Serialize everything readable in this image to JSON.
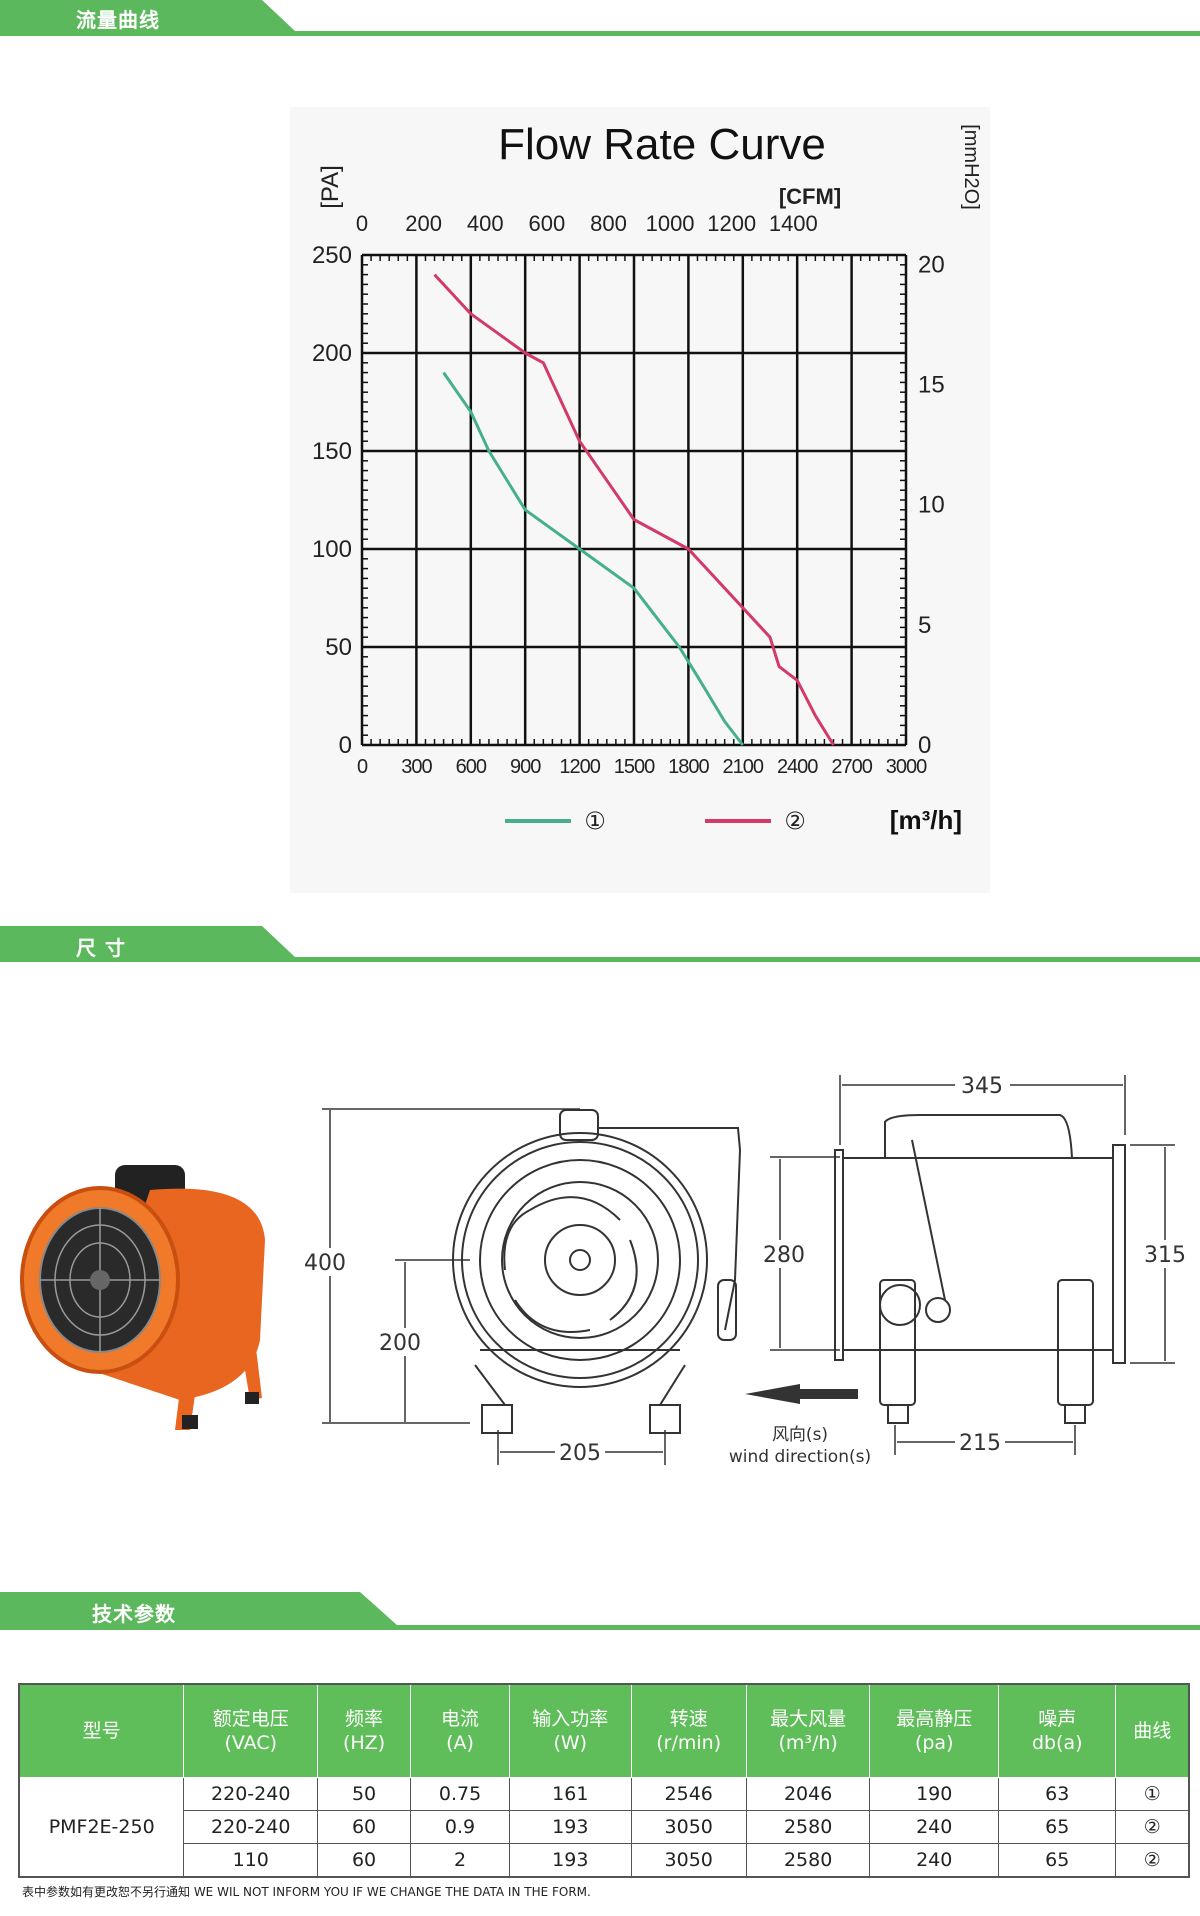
{
  "sections": {
    "flow": "流量曲线",
    "size": "尺 寸",
    "spec": "技术参数"
  },
  "colors": {
    "green": "#5cb85c",
    "curve1": "#45b08a",
    "curve2": "#c2305e"
  },
  "chart_data": {
    "type": "line",
    "title": "Flow Rate Curve",
    "ylabel": "[PA]",
    "ylabel_right": "[mmH2O]",
    "xlabel_top": "[CFM]",
    "xlabel": "[m³/h]",
    "xlim": [
      0,
      3000
    ],
    "ylim": [
      0,
      250
    ],
    "x_ticks": [
      "0",
      "300",
      "600",
      "900",
      "1200",
      "1500",
      "1800",
      "2100",
      "2400",
      "2700",
      "3000"
    ],
    "x_top_ticks": [
      "0",
      "200",
      "400",
      "600",
      "800",
      "1000",
      "1200",
      "1400"
    ],
    "y_ticks": [
      "0",
      "50",
      "100",
      "150",
      "200",
      "250"
    ],
    "y_right_ticks": [
      "0",
      "5",
      "10",
      "15",
      "20"
    ],
    "grid": true,
    "legend": "bottom",
    "series": [
      {
        "name": "①",
        "color": "#45b08a",
        "x": [
          450,
          600,
          700,
          900,
          1200,
          1500,
          1750,
          1850,
          2000,
          2100
        ],
        "y": [
          190,
          170,
          150,
          120,
          100,
          80,
          50,
          35,
          12,
          0
        ]
      },
      {
        "name": "②",
        "color": "#d23b67",
        "x": [
          400,
          600,
          900,
          1000,
          1200,
          1500,
          1800,
          2000,
          2250,
          2300,
          2400,
          2500,
          2600
        ],
        "y": [
          240,
          220,
          200,
          195,
          155,
          115,
          100,
          80,
          55,
          40,
          33,
          15,
          0
        ]
      }
    ]
  },
  "dimensions": {
    "overall_height": "400",
    "axis_height": "200",
    "base_width": "205",
    "length": "345",
    "body_height": "280",
    "diameter": "315",
    "foot_spacing": "215",
    "wind_cn": "风向(s)",
    "wind_en": "wind direction(s)"
  },
  "table": {
    "headers": [
      [
        "型号"
      ],
      [
        "额定电压",
        "(VAC)"
      ],
      [
        "频率",
        "(HZ)"
      ],
      [
        "电流",
        "(A)"
      ],
      [
        "输入功率",
        "(W)"
      ],
      [
        "转速",
        "(r/min)"
      ],
      [
        "最大风量",
        "(m³/h)"
      ],
      [
        "最高静压",
        "(pa)"
      ],
      [
        "噪声",
        "db(a)"
      ],
      [
        "曲线"
      ]
    ],
    "model": "PMF2E-250",
    "rows": [
      [
        "220-240",
        "50",
        "0.75",
        "161",
        "2546",
        "2046",
        "190",
        "63",
        "①"
      ],
      [
        "220-240",
        "60",
        "0.9",
        "193",
        "3050",
        "2580",
        "240",
        "65",
        "②"
      ],
      [
        "110",
        "60",
        "2",
        "193",
        "3050",
        "2580",
        "240",
        "65",
        "②"
      ]
    ]
  },
  "note": "表中参数如有更改恕不另行通知 WE WIL NOT INFORM YOU IF WE CHANGE THE DATA IN THE FORM."
}
